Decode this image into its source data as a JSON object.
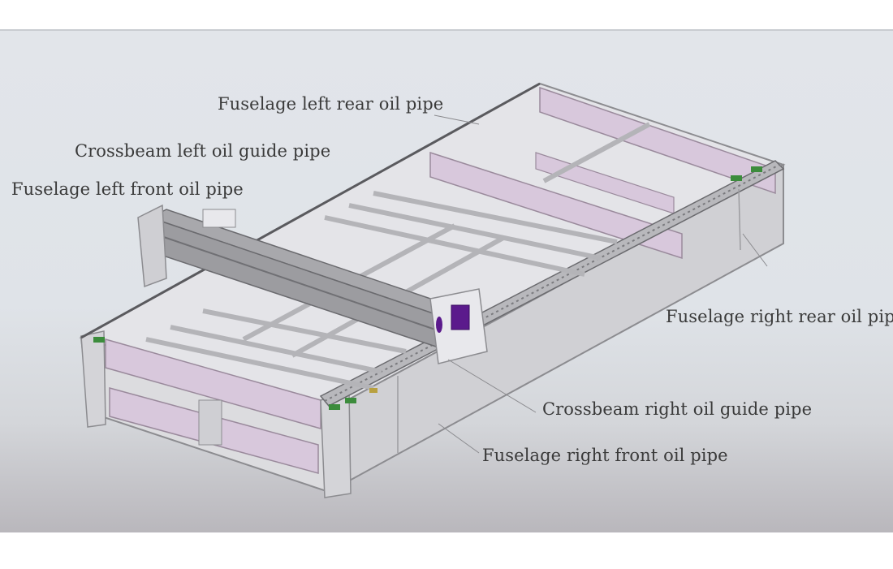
{
  "diagram": {
    "labels": {
      "fuselage_left_rear": "Fuselage left rear oil pipe",
      "crossbeam_left": "Crossbeam left oil guide pipe",
      "fuselage_left_front": "Fuselage left front oil pipe",
      "fuselage_right_rear": "Fuselage right rear oil pipe",
      "crossbeam_right": "Crossbeam right oil guide pipe",
      "fuselage_right_front": "Fuselage right front oil pipe"
    },
    "colors": {
      "frame_panel": "#d8c8dc",
      "frame_edge": "#8c8c90",
      "gantry": "#a8a8ac",
      "laser_head": "#5b1a8c",
      "rail_marker": "#3c8c3c",
      "background": "#e2e5ea"
    }
  }
}
